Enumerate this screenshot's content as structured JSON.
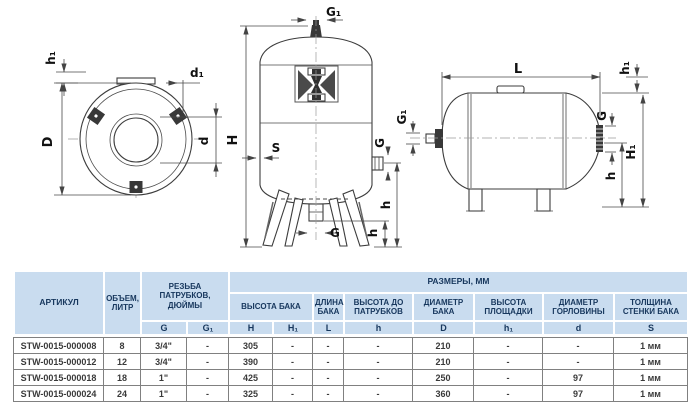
{
  "colors": {
    "header_bg": "#c9dcef",
    "header_text": "#17375d",
    "grid_border": "#808080",
    "drawing_line": "#3c3c3c"
  },
  "drawings": {
    "top_view": {
      "platform_height": "h₁",
      "tank_diameter": "D",
      "foot_diameter": "d₁",
      "neck_diameter": "d"
    },
    "vertical_tank": {
      "top_thread": "G₁",
      "height": "H",
      "wall_thickness": "S",
      "side_thread": "G",
      "side_height": "h",
      "bottom_height": "h",
      "bottom_thread": "G"
    },
    "horizontal_tank": {
      "length": "L",
      "top_height": "h₁",
      "left_thread": "G₁",
      "right_thread": "G",
      "total_height": "H₁",
      "axis_height": "h"
    }
  },
  "table": {
    "headers": {
      "article": "АРТИКУЛ",
      "volume": "ОБЪЕМ, ЛИТР",
      "thread": "РЕЗЬБА ПАТРУБКОВ, ДЮЙМЫ",
      "sizes": "РАЗМЕРЫ, ММ",
      "tank_height": "ВЫСОТА БАКА",
      "tank_length": "ДЛИНА БАКА",
      "height_to_ports": "ВЫСОТА ДО ПАТРУБКОВ",
      "tank_diameter": "ДИАМЕТР БАКА",
      "platform_height": "ВЫСОТА ПЛОЩАДКИ",
      "neck_diameter": "ДИАМЕТР ГОРЛОВИНЫ",
      "wall_thickness": "ТОЛЩИНА СТЕНКИ БАКА"
    },
    "letters": {
      "G": "G",
      "G1": "G₁",
      "H": "H",
      "H1": "H₁",
      "L": "L",
      "h": "h",
      "D": "D",
      "h1": "h₁",
      "d": "d",
      "S": "S"
    },
    "rows": [
      {
        "article": "STW-0015-000008",
        "volume": "8",
        "G": "3/4\"",
        "G1": "-",
        "H": "305",
        "H1": "-",
        "L": "-",
        "h": "-",
        "D": "210",
        "h1": "-",
        "d": "-",
        "S": "1 мм"
      },
      {
        "article": "STW-0015-000012",
        "volume": "12",
        "G": "3/4\"",
        "G1": "-",
        "H": "390",
        "H1": "-",
        "L": "-",
        "h": "-",
        "D": "210",
        "h1": "-",
        "d": "-",
        "S": "1 мм"
      },
      {
        "article": "STW-0015-000018",
        "volume": "18",
        "G": "1\"",
        "G1": "-",
        "H": "425",
        "H1": "-",
        "L": "-",
        "h": "-",
        "D": "250",
        "h1": "-",
        "d": "97",
        "S": "1 мм"
      },
      {
        "article": "STW-0015-000024",
        "volume": "24",
        "G": "1\"",
        "G1": "-",
        "H": "325",
        "H1": "-",
        "L": "-",
        "h": "-",
        "D": "360",
        "h1": "-",
        "d": "97",
        "S": "1 мм"
      }
    ]
  }
}
